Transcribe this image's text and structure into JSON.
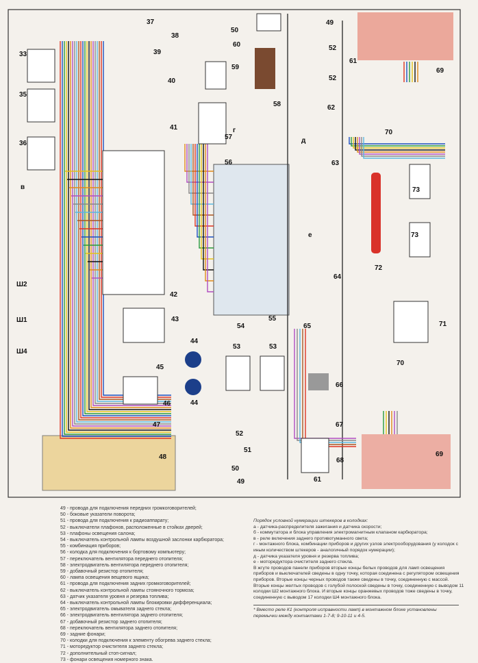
{
  "components": [
    {
      "id": "33"
    },
    {
      "id": "35"
    },
    {
      "id": "36"
    },
    {
      "id": "37"
    },
    {
      "id": "38"
    },
    {
      "id": "39"
    },
    {
      "id": "40"
    },
    {
      "id": "41"
    },
    {
      "id": "42"
    },
    {
      "id": "43"
    },
    {
      "id": "44"
    },
    {
      "id": "44"
    },
    {
      "id": "45"
    },
    {
      "id": "46"
    },
    {
      "id": "47"
    },
    {
      "id": "48"
    },
    {
      "id": "49"
    },
    {
      "id": "49"
    },
    {
      "id": "50"
    },
    {
      "id": "50"
    },
    {
      "id": "51"
    },
    {
      "id": "52"
    },
    {
      "id": "52"
    },
    {
      "id": "52"
    },
    {
      "id": "53"
    },
    {
      "id": "53"
    },
    {
      "id": "54"
    },
    {
      "id": "55"
    },
    {
      "id": "56"
    },
    {
      "id": "57"
    },
    {
      "id": "58"
    },
    {
      "id": "59"
    },
    {
      "id": "60"
    },
    {
      "id": "61"
    },
    {
      "id": "61"
    },
    {
      "id": "62"
    },
    {
      "id": "63"
    },
    {
      "id": "64"
    },
    {
      "id": "65"
    },
    {
      "id": "66"
    },
    {
      "id": "67"
    },
    {
      "id": "68"
    },
    {
      "id": "69"
    },
    {
      "id": "69"
    },
    {
      "id": "70"
    },
    {
      "id": "70"
    },
    {
      "id": "71"
    },
    {
      "id": "72"
    },
    {
      "id": "73"
    },
    {
      "id": "73"
    }
  ],
  "connector_labels": {
    "sh2": "Ш2",
    "sh1": "Ш1",
    "sh4": "Ш4",
    "v": "в",
    "g": "г",
    "d": "д",
    "e": "е"
  },
  "legend": [
    "49 - провода для подключения передних громкоговорителей;",
    "50 - боковые указатели поворота;",
    "51 - провода для подключения к радиоаппарату;",
    "52 - выключатели плафонов, расположенные в стойках дверей;",
    "53 - плафоны освещения салона;",
    "54 - выключатель контрольной лампы воздушной заслонки карбюратора;",
    "55 - комбинация приборов;",
    "56 - колодка для подключения к бортовому компьютеру;",
    "57 - переключатель вентилятора переднего отопителя;",
    "58 - электродвигатель вентилятора переднего отопителя;",
    "59 - добавочный резистор отопителя;",
    "60 - лампа освещения вещевого ящика;",
    "61 - провода для подключения задних громкоговорителей;",
    "62 - выключатель контрольной лампы стояночного тормоза;",
    "63 - датчик указателя уровня и резерва топлива;",
    "64 - выключатель контрольной лампы блокировки дифференциала;",
    "65 - электродвигатель омывателя заднего стекла;",
    "66 - электродвигатель вентилятора заднего отопителя;",
    "67 - добавочный резистор заднего отопителя;",
    "68 - переключатель вентилятора заднего отопителя;",
    "69 - задние фонари;",
    "70 - колодки для подключения к элементу обогрева заднего стекла;",
    "71 - моторедуктор очистителя заднего стекла;",
    "72 - дополнительный стоп-сигнал;",
    "73 - фонари освещения номерного знака."
  ],
  "notes": {
    "title": "Порядок условной нумерации штекеров в колодках:",
    "items": [
      "а - датчика-распределителя зажигания и датчика скорости;",
      "б - коммутатора и блока управления электромагнитным клапаном карбюратора;",
      "в - реле включения заднего противотуманного света;",
      "г - монтажного блока, комбинации приборов и других узлов электрооборудования (у колодок с иным количеством штекеров - аналогичный порядок нумерации);",
      "д - датчика указателя уровня и резерва топлива;",
      "е - моторедуктора очистителя заднего стекла."
    ],
    "paragraph": "В жгуте проводов панели приборов вторые концы белых проводов для ламп освещения приборов и выключателей сведены в одну точку, которая соединена с регулятором освещения приборов. Вторые концы черных проводов также сведены в точку, соединенную с массой. Вторые концы желтых проводов с голубой полоской сведены в точку, соединенную с выводом 11 колодки Ш2 монтажного блока. И вторые концы оранжевых проводов тоже сведены в точку, соединенную с выводом 17 колодки Ш4 монтажного блока.",
    "footnote": "* Вместо реле К1 (контроля исправности ламп) в монтажном блоке установлены перемычки между контактами 1-7-8; 9-10-11 и 4-5."
  }
}
